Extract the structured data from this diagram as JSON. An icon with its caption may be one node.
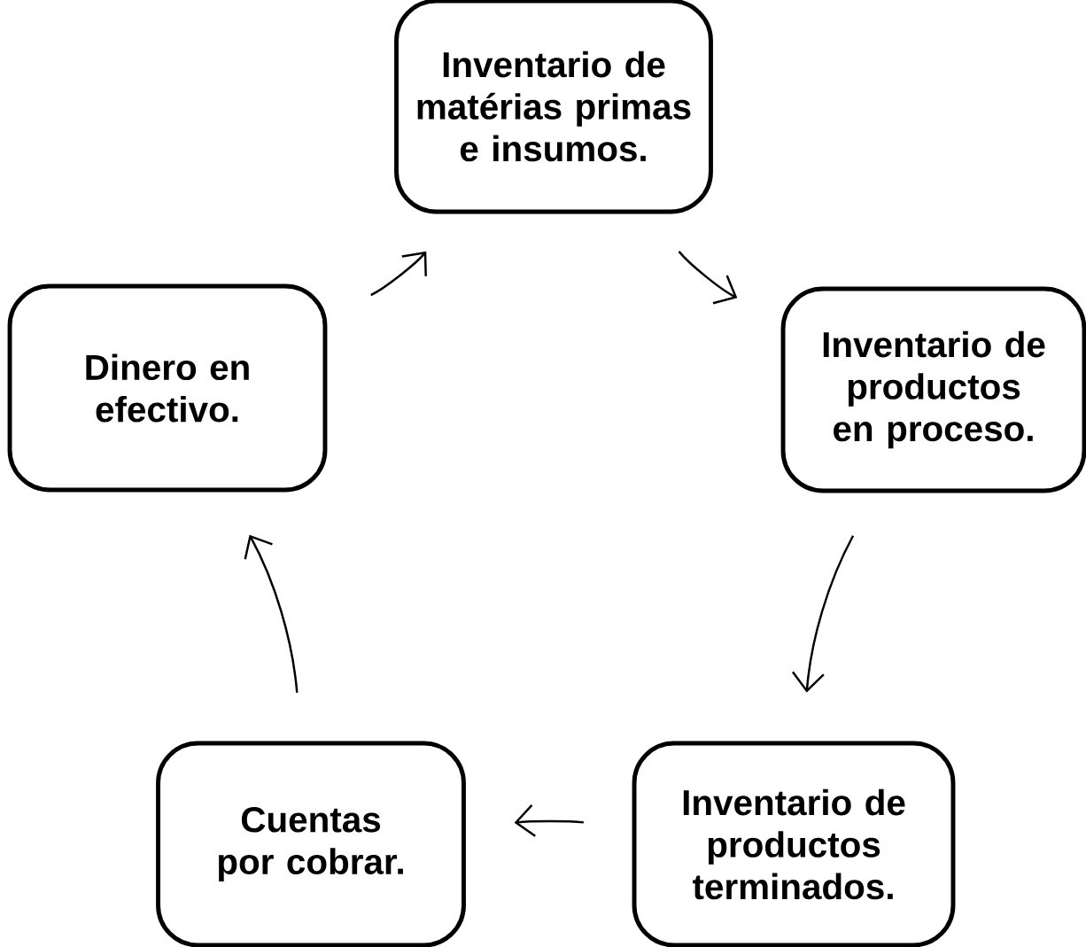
{
  "diagram": {
    "nodes": [
      {
        "text": [
          "Inventario de matérias primas e insumos."
        ]
      },
      {
        "text": [
          "Inventario de productos en proceso."
        ]
      },
      {
        "text": [
          "Inventario de productos terminados."
        ]
      },
      {
        "text": [
          "Cuentas por cobrar."
        ]
      },
      {
        "text": [
          "Dinero en efectivo."
        ]
      }
    ],
    "edges": [
      {
        "from": 0,
        "to": 1,
        "arrow": "to"
      },
      {
        "from": 1,
        "to": 2,
        "arrow": "to"
      },
      {
        "from": 2,
        "to": 3,
        "arrow": "to"
      },
      {
        "from": 3,
        "to": 4,
        "arrow": "to"
      },
      {
        "from": 4,
        "to": 0,
        "arrow": "to"
      }
    ]
  }
}
